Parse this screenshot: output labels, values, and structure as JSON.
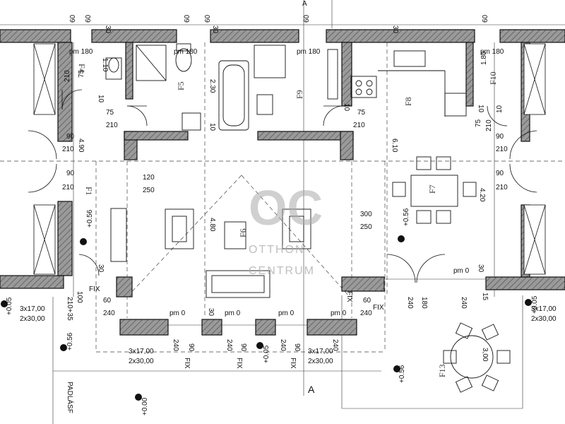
{
  "rooms": [
    "F4",
    "F5",
    "F9",
    "F8",
    "F10",
    "F1",
    "F6",
    "F7",
    "F13"
  ],
  "dims": {
    "top_60a": "60",
    "top_60b": "60",
    "top_30a": "30",
    "top_60c": "60",
    "top_60d": "60",
    "top_30b": "30",
    "top_60e": "60",
    "top_30c": "30",
    "top_60f": "60",
    "pm180_a": "pm 180",
    "pm180_b": "pm 180",
    "pm180_c": "pm 180",
    "pm180_d": "pm 180",
    "d_110": "1.10",
    "d_75a": "75",
    "d_210a": "210",
    "d_10a": "10",
    "d_230": "2.30",
    "d_180": "1.80",
    "d_75b": "75",
    "d_210b": "210",
    "d_75c": "75",
    "d_210c": "210",
    "d_10b": "10",
    "d_10c": "10",
    "d_10d": "10",
    "d_10e": "10",
    "d_75d": "75",
    "d_210d": "210",
    "d_490": "4.90",
    "d_610": "6.10",
    "d_90a": "90",
    "d_210e": "210",
    "d_90b": "90",
    "d_210f": "210",
    "d_90c": "90",
    "d_210g": "210",
    "d_90d": "90",
    "d_210h": "210",
    "d_120": "120",
    "d_250a": "250",
    "d_300": "300",
    "d_250b": "250",
    "d_480": "4.80",
    "d_420": "4.20",
    "lvl_056a": "+0.56",
    "lvl_056b": "+0.56",
    "lvl_056c": "+0.56",
    "lvl_056d": "+0.56",
    "lvl_005a": "+0.05",
    "lvl_005b": "+0.05",
    "lvl_005c": "+0.05",
    "lvl_000": "+0.00",
    "d_30a": "30",
    "d_30b": "30",
    "pm0_a": "pm 0",
    "d_60a": "60",
    "d_240a": "240",
    "fix_a": "FIX",
    "d_60b": "60",
    "d_240b": "240",
    "fix_b": "FIX",
    "d_210p35": "210+35",
    "d_100": "100",
    "pm0_b": "pm 0",
    "pm0_c": "pm 0",
    "pm0_d": "pm 0",
    "pm0_e": "pm 0",
    "d_30c": "30",
    "b_240a": "240",
    "b_90a": "90",
    "b_240b": "240",
    "b_90b": "90",
    "b_240c": "240",
    "b_90c": "90",
    "b_240d": "240",
    "fix_c": "FIX",
    "fix_d": "FIX",
    "fix_e": "FIX",
    "fix_f": "FIX",
    "b_240e": "240",
    "b_180": "180",
    "b_240f": "240",
    "b_15": "15",
    "win_a1": "3x17,00",
    "win_a2": "2x30,00",
    "win_b1": "3x17,00",
    "win_b2": "2x30,00",
    "win_c1": "3x17,00",
    "win_c2": "2x30,00",
    "win_d1": "3x17,00",
    "win_d2": "2x30,00",
    "d_300_table": "3,00",
    "section_a_top": "A",
    "section_a_bot": "A",
    "padlas": "PADLÁSF"
  },
  "watermark": {
    "logo": "OC",
    "line1": "OTTHON",
    "line2": "CENTRUM"
  }
}
